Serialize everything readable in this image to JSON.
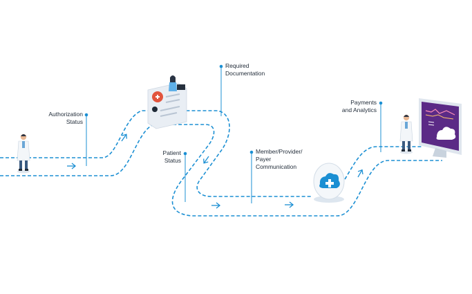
{
  "colors": {
    "path": "#1b8fd3",
    "marker": "#1b8fd3",
    "text": "#1f2a37",
    "monitor_screen": "#5b2a86",
    "figure_coat": "#f3f6f9",
    "figure_skin": "#e8b793",
    "figure_hair": "#2a3444",
    "card_panel": "#e9eef4",
    "badge_red": "#e2543d"
  },
  "milestones": [
    {
      "id": "authorization",
      "lines": [
        "Authorization",
        "Status"
      ]
    },
    {
      "id": "documentation",
      "lines": [
        "Required",
        "Documentation"
      ]
    },
    {
      "id": "patient",
      "lines": [
        "Patient",
        "Status"
      ]
    },
    {
      "id": "communication",
      "lines": [
        "Member/Provider/",
        "Payer",
        "Communication"
      ]
    },
    {
      "id": "payments",
      "lines": [
        "Payments",
        "and Analytics"
      ]
    }
  ],
  "icons": {
    "start": "doctor-figure-icon",
    "card": "document-card-icon",
    "cloud": "medical-cloud-icon",
    "finish": "analytics-monitor-icon",
    "arrow": "direction-arrow-icon"
  }
}
